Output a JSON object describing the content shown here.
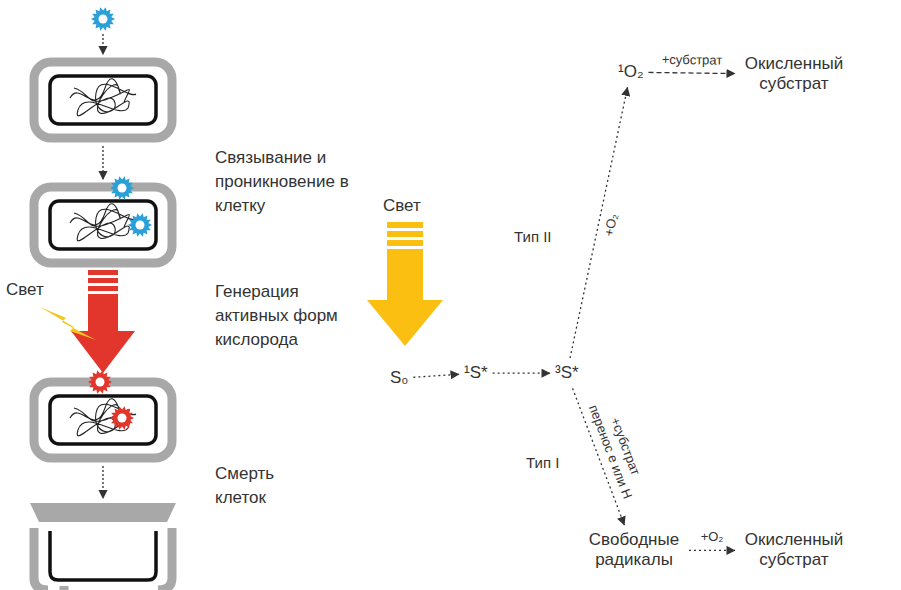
{
  "diagram": {
    "nodes": [
      {
        "text": [
          "S₀"
        ]
      },
      {
        "text": [
          "¹S*"
        ]
      },
      {
        "text": [
          "³S*"
        ]
      },
      {
        "text": [
          "¹O₂"
        ]
      },
      {
        "text": [
          "Окисленный субстрат"
        ]
      },
      {
        "text": [
          "Свободные радикалы"
        ]
      },
      {
        "text": [
          "Окисленный субстрат"
        ]
      }
    ],
    "edges": [
      {
        "from": 0,
        "to": 1,
        "arrow": "to"
      },
      {
        "from": 1,
        "to": 2,
        "arrow": "to"
      },
      {
        "from": 2,
        "to": 3,
        "label": "+O₂",
        "arrow": "to"
      },
      {
        "from": 3,
        "to": 4,
        "label": "+субстрат",
        "arrow": "to"
      },
      {
        "from": 2,
        "to": 5,
        "label": "+субстрат перенос е или Н",
        "arrow": "to"
      },
      {
        "from": 5,
        "to": 6,
        "label": "+O₂",
        "arrow": "to"
      }
    ],
    "labels": [
      "Связывание и проникновение в клетку",
      "Свет",
      "Генерация активных форм кислорода",
      "Смерть клеток",
      "Свет",
      "Тип II",
      "Тип I"
    ]
  }
}
